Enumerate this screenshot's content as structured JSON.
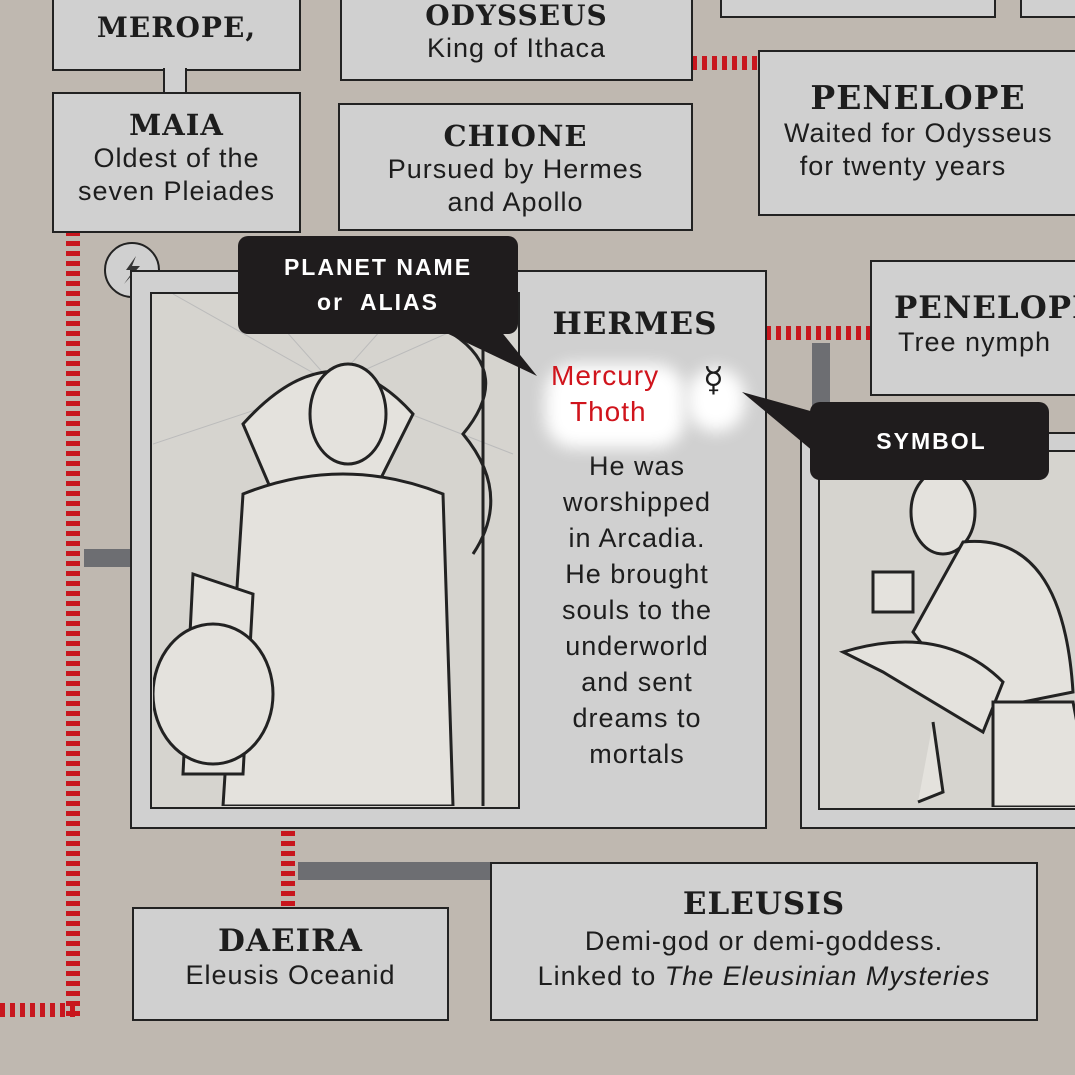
{
  "nodes": {
    "merope": {
      "name": "MEROPE,"
    },
    "odysseus": {
      "name": "ODYSSEUS",
      "desc": "King of Ithaca"
    },
    "penelope": {
      "name": "PENELOPE",
      "desc1": "Waited for Odysseus",
      "desc2": "for twenty years"
    },
    "maia": {
      "name": "MAIA",
      "desc1": "Oldest of the",
      "desc2": "seven Pleiades"
    },
    "chione": {
      "name": "CHIONE",
      "desc1": "Pursued by Hermes",
      "desc2": "and Apollo"
    },
    "hermes": {
      "name": "HERMES",
      "alias1": "Mercury",
      "alias2": "Thoth",
      "symbol": "☿",
      "desc": [
        "He was",
        "worshipped",
        "in Arcadia.",
        "He brought",
        "souls to the",
        "underworld",
        "and sent",
        "dreams to",
        "mortals"
      ],
      "badge_icon": "lightning-icon"
    },
    "penelope_nymph": {
      "name": "PENELOPE",
      "desc": "Tree nymph"
    },
    "daeira": {
      "name": "DAEIRA",
      "desc": "Eleusis Oceanid"
    },
    "eleusis": {
      "name": "ELEUSIS",
      "desc1": "Demi-god or demi-goddess.",
      "desc2_prefix": "Linked to ",
      "desc2_italic": "The Eleusinian Mysteries"
    }
  },
  "callouts": {
    "planet_line1": "PLANET NAME",
    "planet_line2": "or  ALIAS",
    "symbol": "SYMBOL"
  },
  "colors": {
    "background": "#bfb8b0",
    "box": "#d0d0d0",
    "marriage_line": "#c8161d",
    "descent_line": "#6d6e72",
    "alias_text": "#d0141c",
    "callout": "#1f1c1d"
  }
}
